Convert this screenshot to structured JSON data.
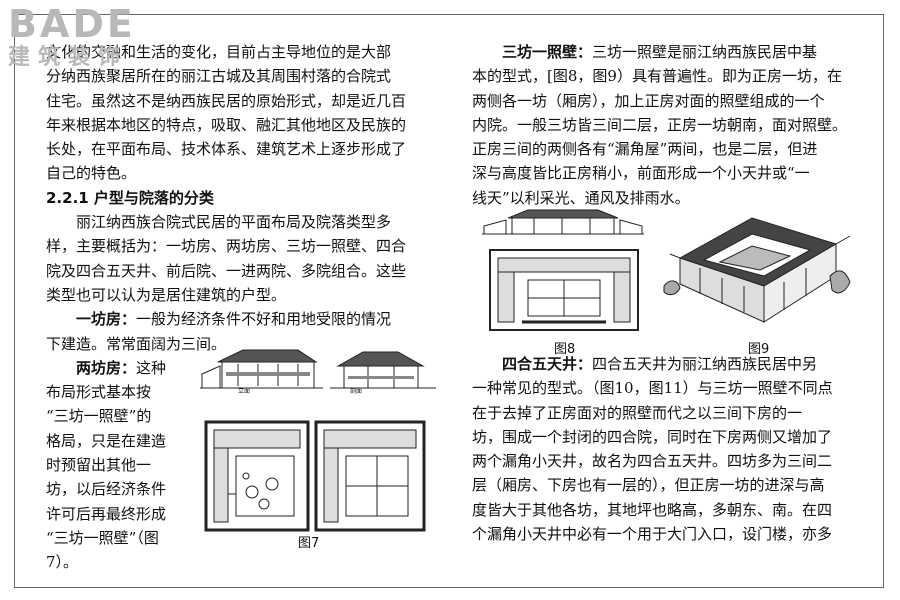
{
  "watermark": {
    "line1": "BADE",
    "line2": "建筑装饰"
  },
  "left": {
    "para1": [
      "文化的交融和生活的变化，目前占主导地位的是大部",
      "分纳西族聚居所在的丽江古城及其周围村落的合院式",
      "住宅。虽然这不是纳西族民居的原始形式，却是近几百",
      "年来根据本地区的特点，吸取、融汇其他地区及民族的",
      "长处，在平面布局、技术体系、建筑艺术上逐步形成了",
      "自己的特色。"
    ],
    "heading": "2.2.1 户型与院落的分类",
    "para2": [
      "丽江纳西族合院式民居的平面布局及院落类型多",
      "样，主要概括为：一坊房、两坊房、三坊一照壁、四合",
      "院及四合五天井、前后院、一进两院、多院组合。这些",
      "类型也可以认为是居住建筑的户型。"
    ],
    "yifang_title": "一坊房：",
    "yifang_line1": "一般为经济条件不好和用地受限的情况",
    "yifang_line2": "下建造。常常面阔为三间。",
    "liangfang_title": "两坊房：",
    "liangfang_first": "这种",
    "liangfang_lines": [
      "布局形式基本按",
      "“三坊一照壁”的",
      "格局，只是在建造",
      "时预留出其他一",
      "坊，以后经济条件",
      "许可后再最终形成",
      "“三坊一照壁”（图",
      "7）。"
    ],
    "fig7": "图7",
    "fig7_label_a": "立面",
    "fig7_label_b": "剖面"
  },
  "right": {
    "sanfang_title": "三坊一照壁：",
    "sanfang_first": "三坊一照壁是丽江纳西族民居中基",
    "sanfang_lines": [
      "本的型式，[图8，图9）具有普遍性。即为正房一坊，在",
      "两侧各一坊（厢房），加上正房对面的照壁组成的一个",
      "内院。一般三坊皆三间二层，正房一坊朝南，面对照壁。",
      "正房三间的两侧各有“漏角屋”两间，也是二层，但进",
      "深与高度皆比正房稍小，前面形成一个小天井或“一",
      "线天”以利采光、通风及排雨水。"
    ],
    "fig8": "图8",
    "fig9": "图9",
    "sihe_title": "四合五天井：",
    "sihe_first": "四合五天井为丽江纳西族民居中另",
    "sihe_lines": [
      "一种常见的型式。（图10，图11）与三坊一照壁不同点",
      "在于去掉了正房面对的照壁而代之以三间下房的一",
      "坊，围成一个封闭的四合院，同时在下房两侧又增加了",
      "两个漏角小天井，故名为四合五天井。四坊多为三间二",
      "层（厢房、下房也有一层的），但正房一坊的进深与高",
      "度皆大于其他各坊，其地坪也略高，多朝东、南。在四",
      "个漏角小天井中必有一个用于大门入口，设门楼，亦多"
    ]
  }
}
